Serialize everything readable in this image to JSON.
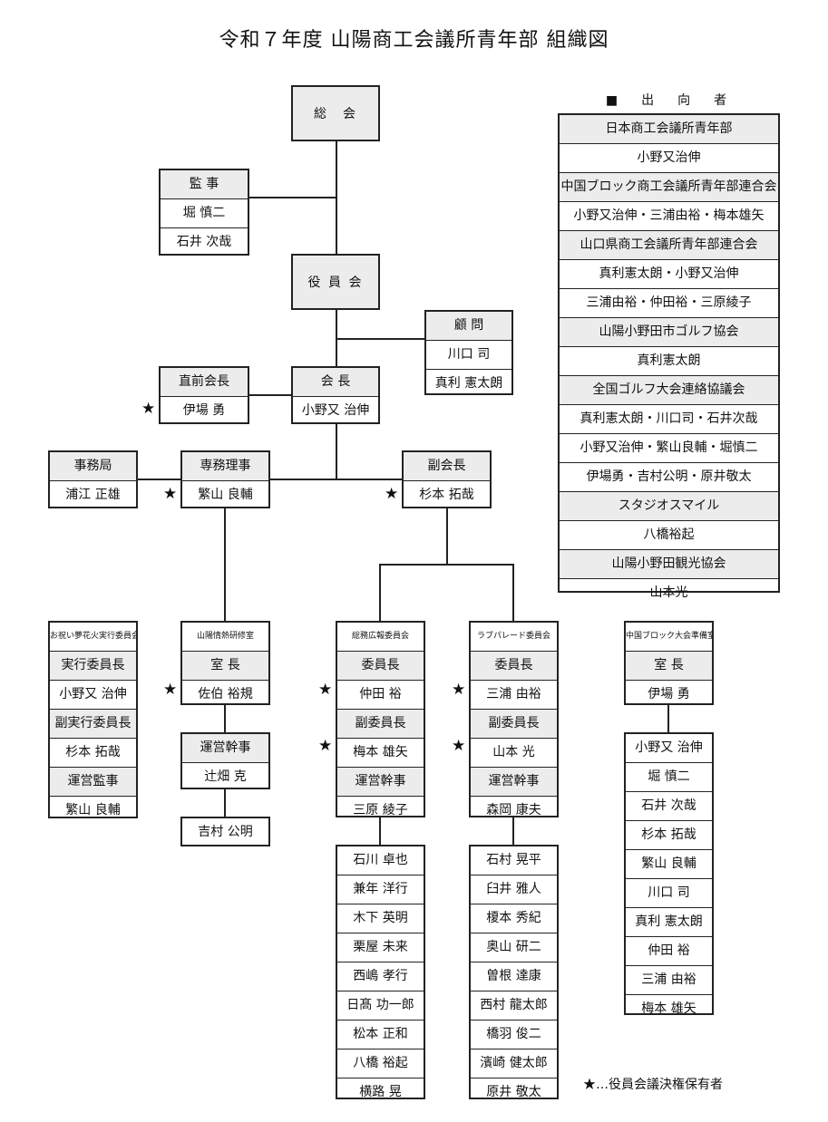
{
  "title": "令和７年度 山陽商工会議所青年部 組織図",
  "sokai": "総　会",
  "yakuinkai": "役 員 会",
  "kanji": {
    "header": "監 事",
    "members": [
      "堀 慎二",
      "石井 次哉"
    ]
  },
  "komon": {
    "header": "顧 問",
    "members": [
      "川口 司",
      "真利 憲太朗"
    ]
  },
  "zenkaicho": {
    "header": "直前会長",
    "name": "伊場 勇"
  },
  "kaicho": {
    "header": "会 長",
    "name": "小野又 治伸"
  },
  "jimukyoku": {
    "header": "事務局",
    "name": "浦江 正雄"
  },
  "senmu": {
    "header": "専務理事",
    "name": "繁山 良輔"
  },
  "fukukaicho": {
    "header": "副会長",
    "name": "杉本 拓哉"
  },
  "star": "★",
  "legend": "★…役員会議決権保有者",
  "shukko": {
    "header": "■　出　向　者",
    "rows": [
      "日本商工会議所青年部",
      "小野又治伸",
      "中国ブロック商工会議所青年部連合会",
      "小野又治伸・三浦由裕・梅本雄矢",
      "山口県商工会議所青年部連合会",
      "真利憲太朗・小野又治伸",
      "三浦由裕・仲田裕・三原綾子",
      "山陽小野田市ゴルフ協会",
      "真利憲太朗",
      "全国ゴルフ大会連絡協議会",
      "真利憲太朗・川口司・石井次哉",
      "小野又治伸・繁山良輔・堀慎二",
      "伊場勇・吉村公明・原井敬太",
      "スタジオスマイル",
      "八橋裕起",
      "山陽小野田観光協会",
      "山本光"
    ]
  },
  "hanabi": {
    "header": "お祝い夢花火実行委員会",
    "rows": [
      "実行委員長",
      "小野又 治伸",
      "副実行委員長",
      "杉本 拓哉",
      "運営監事",
      "繁山 良輔"
    ]
  },
  "kenshu": {
    "header": "山陽情熱研修室",
    "rows": [
      "室 長",
      "佐伯 裕規"
    ],
    "sub": [
      "運営幹事",
      "辻畑 克"
    ],
    "extra": "吉村 公明"
  },
  "somu": {
    "header": "総務広報委員会",
    "rows": [
      "委員長",
      "仲田 裕",
      "副委員長",
      "梅本 雄矢",
      "運営幹事",
      "三原 綾子"
    ],
    "members": [
      "石川 卓也",
      "兼年 洋行",
      "木下 英明",
      "栗屋 未来",
      "西嶋 孝行",
      "日髙 功一郎",
      "松本 正和",
      "八橋 裕起",
      "横路 晃"
    ]
  },
  "love": {
    "header": "ラブパレード委員会",
    "rows": [
      "委員長",
      "三浦 由裕",
      "副委員長",
      "山本 光",
      "運営幹事",
      "森岡 康夫"
    ],
    "members": [
      "石村 晃平",
      "臼井 雅人",
      "榎本 秀紀",
      "奥山 研二",
      "曽根 達康",
      "西村 龍太郎",
      "橋羽 俊二",
      "濱崎 健太郎",
      "原井 敬太"
    ]
  },
  "chugoku": {
    "header": "中国ブロック大会準備室",
    "rows": [
      "室 長",
      "伊場 勇"
    ],
    "members": [
      "小野又 治伸",
      "堀 慎二",
      "石井 次哉",
      "杉本 拓哉",
      "繁山 良輔",
      "川口 司",
      "真利 憲太朗",
      "仲田 裕",
      "三浦 由裕",
      "梅本 雄矢"
    ]
  }
}
